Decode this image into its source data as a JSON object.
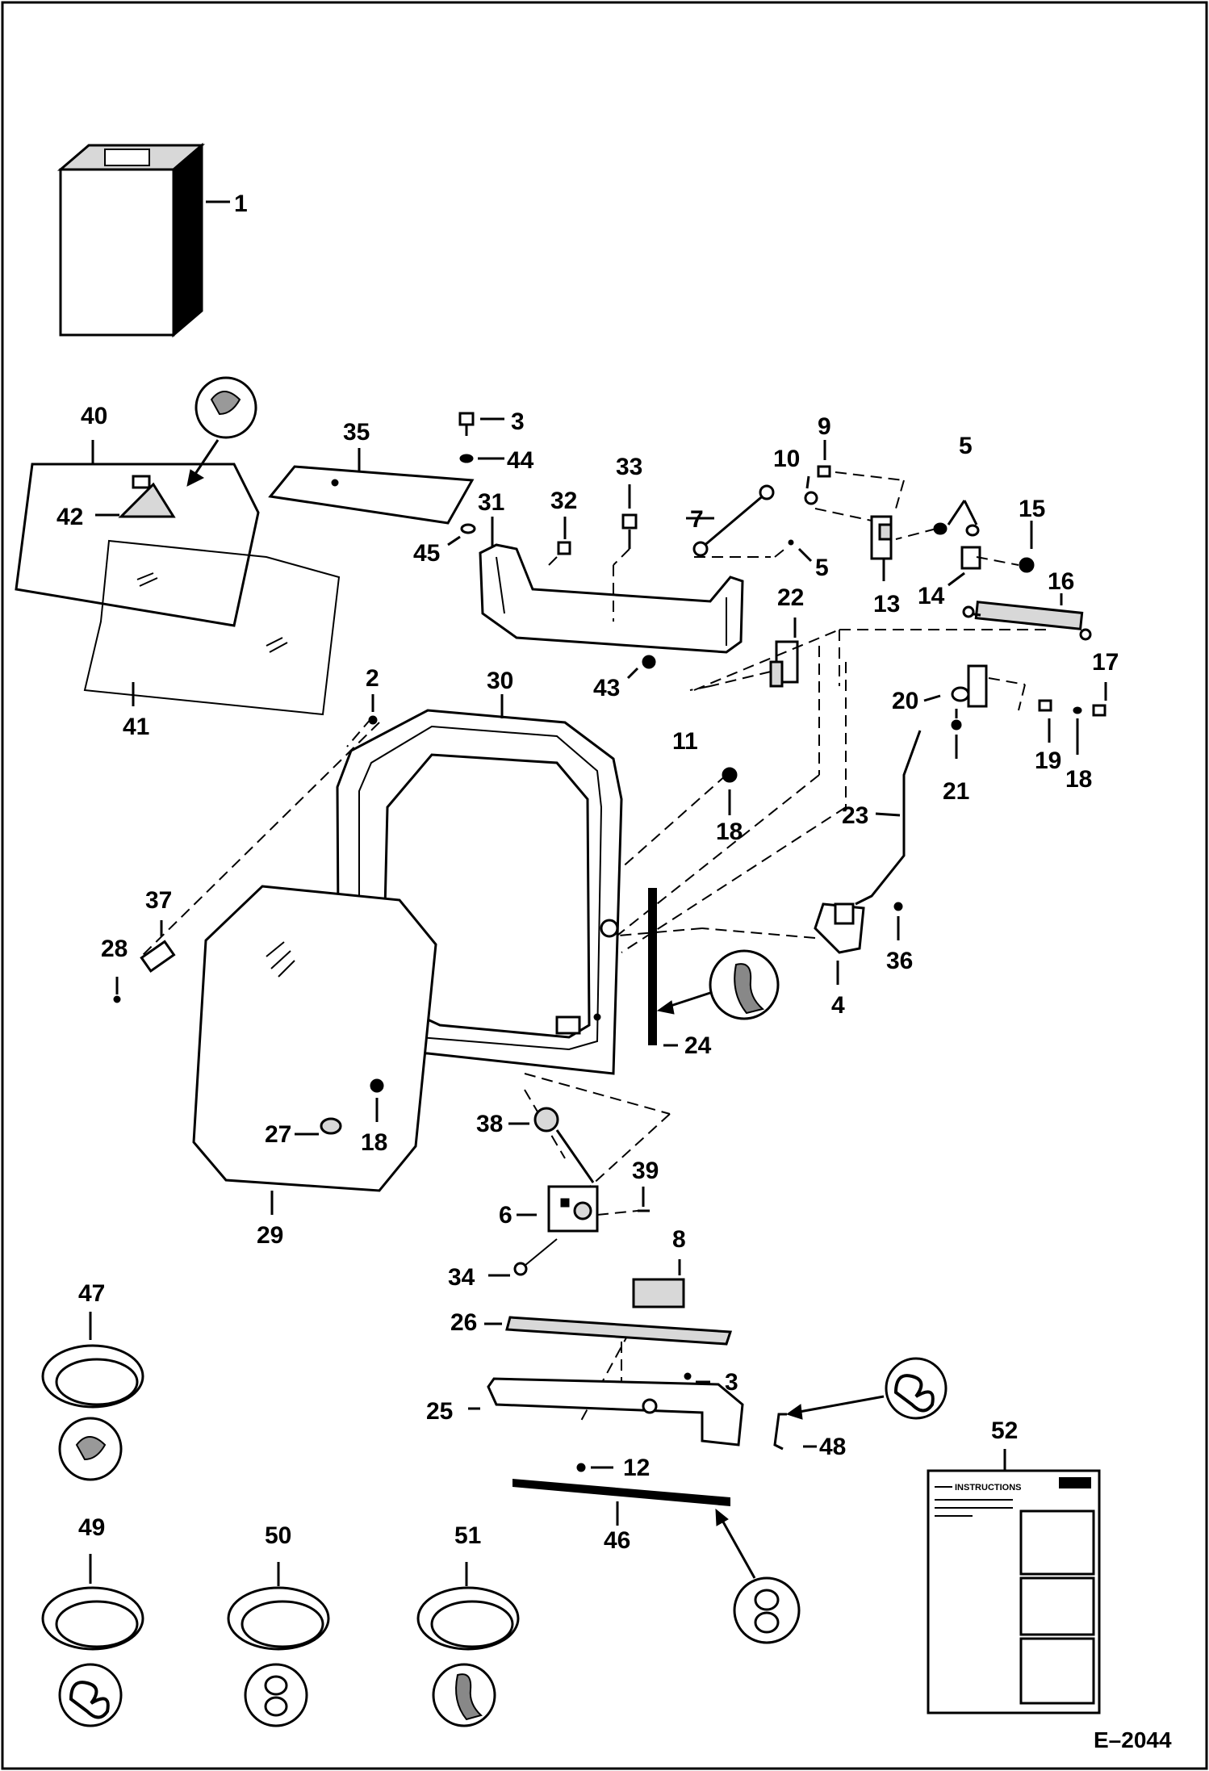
{
  "drawing_number": "E–2044",
  "instructions_decal": {
    "title": "INSTRUCTIONS"
  },
  "callouts": {
    "c1": "1",
    "c2": "2",
    "c3a": "3",
    "c3b": "3",
    "c4": "4",
    "c5a": "5",
    "c5b": "5",
    "c6": "6",
    "c7": "7",
    "c8": "8",
    "c9": "9",
    "c10": "10",
    "c11": "11",
    "c12": "12",
    "c13": "13",
    "c14": "14",
    "c15": "15",
    "c16": "16",
    "c17": "17",
    "c18a": "18",
    "c18b": "18",
    "c18c": "18",
    "c19": "19",
    "c20": "20",
    "c21": "21",
    "c22": "22",
    "c23": "23",
    "c24": "24",
    "c25": "25",
    "c26": "26",
    "c27": "27",
    "c28": "28",
    "c29": "29",
    "c30": "30",
    "c31": "31",
    "c32": "32",
    "c33": "33",
    "c34": "34",
    "c35": "35",
    "c36": "36",
    "c37": "37",
    "c38": "38",
    "c39": "39",
    "c40": "40",
    "c41": "41",
    "c42": "42",
    "c43": "43",
    "c44": "44",
    "c45": "45",
    "c46": "46",
    "c47": "47",
    "c48": "48",
    "c49": "49",
    "c50": "50",
    "c51": "51",
    "c52": "52"
  }
}
